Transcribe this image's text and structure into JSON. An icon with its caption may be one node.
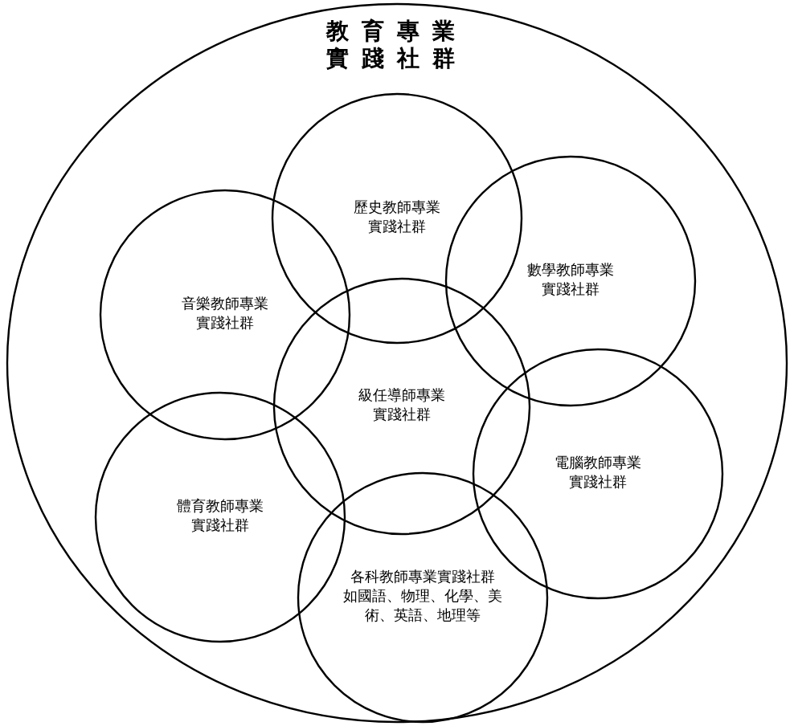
{
  "diagram": {
    "nodes": [
      {
        "text": [
          "教育專業實踐社群"
        ]
      },
      {
        "text": [
          "歷史教師專業實踐社群"
        ],
        "in": 0
      },
      {
        "text": [
          "數學教師專業實踐社群"
        ],
        "in": 0
      },
      {
        "text": [
          "音樂教師專業實踐社群"
        ],
        "in": 0
      },
      {
        "text": [
          "級任導師專業實踐社群"
        ],
        "in": 0
      },
      {
        "text": [
          "電腦教師專業實踐社群"
        ],
        "in": 0
      },
      {
        "text": [
          "體育教師專業實踐社群"
        ],
        "in": 0
      },
      {
        "text": [
          "各科教師專業實踐社群",
          "如國語、物理、化學、美術、英語、地理等"
        ],
        "in": 0
      }
    ]
  }
}
